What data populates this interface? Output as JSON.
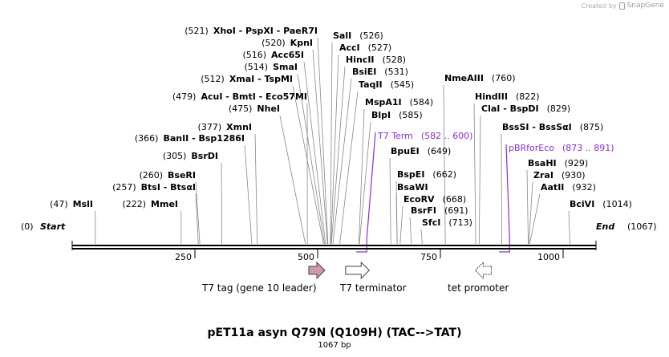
{
  "watermark": {
    "prefix": "Created by",
    "brand": "SnapGene"
  },
  "title": "pET11a asyn Q79N (Q109H) (TAC-->TAT)",
  "length": "1067 bp",
  "sequence_length": 1067,
  "ends": {
    "start_label": "Start",
    "start_pos": "(0)",
    "end_label": "End",
    "end_pos": "(1067)"
  },
  "ruler_ticks": [
    "250",
    "500",
    "750",
    "1000"
  ],
  "ruler_values": [
    250,
    500,
    750,
    1000
  ],
  "colors": {
    "feature": "#8b2be2",
    "line": "#888888",
    "backbone": "#000000",
    "t7tag_fill": "#cc99aa"
  },
  "enzymes": [
    {
      "label": "MslI",
      "pos": "(47)",
      "cut": 47
    },
    {
      "label": "MmeI",
      "pos": "(222)",
      "cut": 222
    },
    {
      "label": "BtsI - BtsαI",
      "pos": "(257)",
      "cut": 257
    },
    {
      "label": "BseRI",
      "pos": "(260)",
      "cut": 260
    },
    {
      "label": "BsrDI",
      "pos": "(305)",
      "cut": 305
    },
    {
      "label": "BanII - Bsp1286I",
      "pos": "(366)",
      "cut": 366
    },
    {
      "label": "XmnI",
      "pos": "(377)",
      "cut": 377
    },
    {
      "label": "NheI",
      "pos": "(475)",
      "cut": 475
    },
    {
      "label": "AcuI - BmtI - Eco57MI",
      "pos": "(479)",
      "cut": 479
    },
    {
      "label": "XmaI - TspMI",
      "pos": "(512)",
      "cut": 512
    },
    {
      "label": "SmaI",
      "pos": "(514)",
      "cut": 514
    },
    {
      "label": "Acc65I",
      "pos": "(516)",
      "cut": 516
    },
    {
      "label": "KpnI",
      "pos": "(520)",
      "cut": 520
    },
    {
      "label": "XhoI - PspXI - PaeR7I",
      "pos": "(521)",
      "cut": 521
    },
    {
      "label": "SalI",
      "pos": "(526)",
      "cut": 526
    },
    {
      "label": "AccI",
      "pos": "(527)",
      "cut": 527
    },
    {
      "label": "HincII",
      "pos": "(528)",
      "cut": 528
    },
    {
      "label": "BsiEI",
      "pos": "(531)",
      "cut": 531
    },
    {
      "label": "TaqII",
      "pos": "(545)",
      "cut": 545
    },
    {
      "label": "MspA1I",
      "pos": "(584)",
      "cut": 584
    },
    {
      "label": "BlpI",
      "pos": "(585)",
      "cut": 585
    },
    {
      "label": "BpuEI",
      "pos": "(649)",
      "cut": 649
    },
    {
      "label": "BspEI",
      "pos": "(662)",
      "cut": 662
    },
    {
      "label": "BsaWI",
      "pos": "",
      "cut": 662
    },
    {
      "label": "EcoRV",
      "pos": "(668)",
      "cut": 668
    },
    {
      "label": "BsrFI",
      "pos": "(691)",
      "cut": 691
    },
    {
      "label": "SfcI",
      "pos": "(713)",
      "cut": 713
    },
    {
      "label": "NmeAIII",
      "pos": "(760)",
      "cut": 760
    },
    {
      "label": "HindIII",
      "pos": "(822)",
      "cut": 822
    },
    {
      "label": "ClaI - BspDI",
      "pos": "(829)",
      "cut": 829
    },
    {
      "label": "BssSI - BssSαI",
      "pos": "(875)",
      "cut": 875
    },
    {
      "label": "BsaHI",
      "pos": "(929)",
      "cut": 929
    },
    {
      "label": "ZraI",
      "pos": "(930)",
      "cut": 930
    },
    {
      "label": "AatII",
      "pos": "(932)",
      "cut": 932
    },
    {
      "label": "BciVI",
      "pos": "(1014)",
      "cut": 1014
    }
  ],
  "primer_features": [
    {
      "label": "T7 Term",
      "range": "(582 .. 600)",
      "start": 582,
      "end": 600
    },
    {
      "label": "pBRforEco",
      "range": "(873 .. 891)",
      "start": 873,
      "end": 891
    }
  ],
  "features": [
    {
      "label": "T7 tag (gene 10 leader)",
      "start": 482,
      "end": 514,
      "direction": "forward",
      "color": "#cc99aa"
    },
    {
      "label": "T7 terminator",
      "start": 557,
      "end": 605,
      "direction": "forward",
      "color": "#ffffff"
    },
    {
      "label": "tet promoter",
      "start": 821,
      "end": 850,
      "direction": "reverse",
      "color": "#ffffff"
    }
  ]
}
